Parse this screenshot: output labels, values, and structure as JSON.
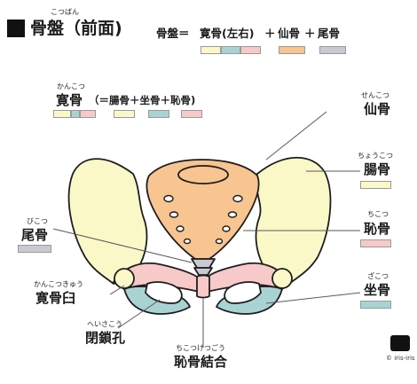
{
  "title": {
    "ruby": "こつばん",
    "text": "骨盤（前面)"
  },
  "formula": {
    "lhs": "骨盤",
    "eq": "＝",
    "ilium_group": "寛骨(左右)",
    "plus1": "＋",
    "sacrum": "仙骨",
    "plus2": "＋",
    "coccyx": "尾骨"
  },
  "hip_bone": {
    "ruby": "かんこつ",
    "name": "寛骨",
    "detail": "（＝腸骨＋坐骨＋恥骨)"
  },
  "labels": {
    "sacrum": {
      "ruby": "せんこつ",
      "name": "仙骨"
    },
    "ilium": {
      "ruby": "ちょうこつ",
      "name": "腸骨"
    },
    "coccyx": {
      "ruby": "びこつ",
      "name": "尾骨"
    },
    "pubis": {
      "ruby": "ちこつ",
      "name": "恥骨"
    },
    "acetabulum": {
      "ruby": "かんこつきゅう",
      "name": "寛骨臼"
    },
    "ischium": {
      "ruby": "ざこつ",
      "name": "坐骨"
    },
    "obturator_foramen": {
      "ruby": "へいさこう",
      "name": "閉鎖孔"
    },
    "pubic_symphysis": {
      "ruby": "ちこつけつごう",
      "name": "恥骨結合"
    }
  },
  "colors": {
    "ilium": "#fbf8c8",
    "ischium": "#a9d3d3",
    "pubis": "#f7c9c9",
    "sacrum": "#f8c490",
    "coccyx": "#c9c9d3",
    "outline": "#1e1e1e"
  },
  "credit": "© iris-iris"
}
